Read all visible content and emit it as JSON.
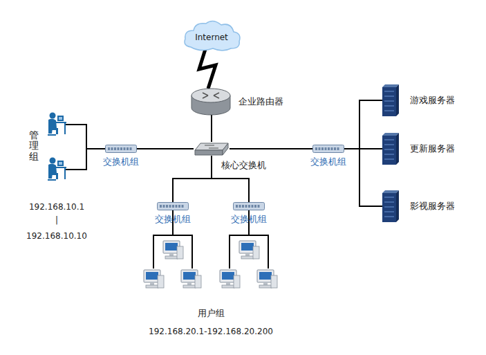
{
  "diagram": {
    "nodes": [
      {
        "text": [
          "Internet"
        ]
      },
      {
        "text": [
          "企业路由器"
        ]
      },
      {
        "text": [
          "交换机组"
        ]
      },
      {
        "text": [
          "核心交换机"
        ]
      },
      {
        "text": [
          "交换机组"
        ]
      },
      {
        "text": [
          "游戏服务器"
        ]
      },
      {
        "text": [
          "更新服务器"
        ]
      },
      {
        "text": [
          "影视服务器"
        ]
      },
      {
        "text": [
          "交换机组"
        ]
      },
      {
        "text": [
          "交换机组"
        ]
      }
    ],
    "edges": [
      {
        "from": 0,
        "to": 1,
        "arrow": "none"
      },
      {
        "from": 1,
        "to": 3,
        "arrow": "none"
      },
      {
        "from": 3,
        "to": 2,
        "arrow": "none"
      },
      {
        "from": 3,
        "to": 4,
        "arrow": "none"
      },
      {
        "from": 4,
        "to": 5,
        "arrow": "none"
      },
      {
        "from": 4,
        "to": 6,
        "arrow": "none"
      },
      {
        "from": 4,
        "to": 7,
        "arrow": "none"
      },
      {
        "from": 3,
        "to": 8,
        "arrow": "none"
      },
      {
        "from": 3,
        "to": 9,
        "arrow": "none"
      }
    ],
    "labels": [
      "管理组",
      "192.168.10.1",
      "|",
      "192.168.10.10",
      "用户组",
      "192.168.20.1-192.168.20.200"
    ]
  }
}
